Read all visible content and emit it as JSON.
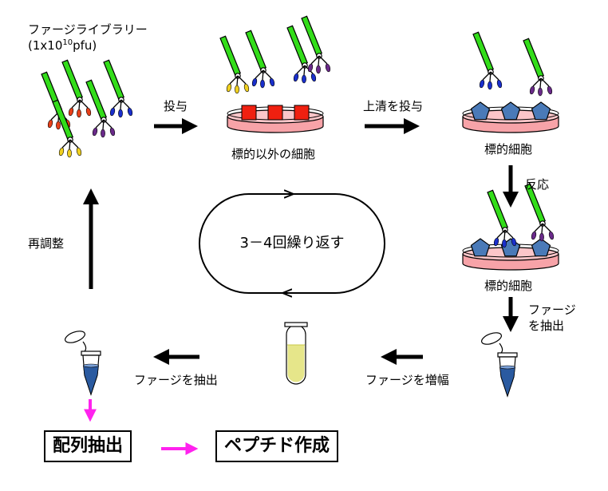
{
  "labels": {
    "library_title": "ファージライブラリー",
    "library_titer_prefix": "(1x10",
    "library_titer_exp": "10",
    "library_titer_suffix": "pfu)",
    "dose": "投与",
    "dose_supernatant": "上清を投与",
    "non_target_cells": "標的以外の細胞",
    "target_cells_top": "標的細胞",
    "reaction": "反応",
    "target_cells_mid": "標的細胞",
    "extract_phage_line1": "ファージ",
    "extract_phage_line2": "を抽出",
    "amplify_phage": "ファージを増幅",
    "extract_phage_bottom": "ファージを抽出",
    "reconstruct": "再調整",
    "cycle": "3－4回繰り返す",
    "sequence_extraction": "配列抽出",
    "peptide_synthesis": "ペプチド作成"
  },
  "colors": {
    "phage_body": "#33dd1a",
    "tail_red": "#e8401a",
    "tail_blue": "#1a2fcc",
    "tail_yellow": "#f0d020",
    "tail_purple": "#6a2a8a",
    "dish_medium": "#f7a3a8",
    "non_target_cell": "#f02010",
    "target_cell": "#4a7ab8",
    "tube_liquid_yellow": "#e6e68a",
    "tube_liquid_blue": "#2a5aa0",
    "accent_arrow": "#ff22ee"
  },
  "icons": [
    "phage",
    "culture-dish",
    "cell",
    "eppendorf-tube",
    "test-tube",
    "arrow"
  ]
}
